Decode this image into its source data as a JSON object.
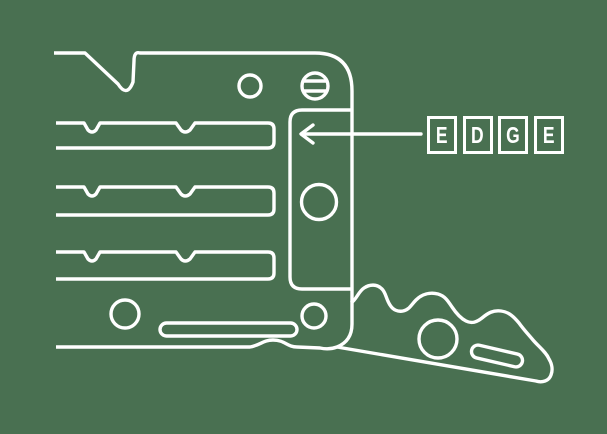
{
  "colors": {
    "background": "#497051",
    "line": "#ffffff"
  },
  "label": {
    "text": "EDGE",
    "letters": [
      "E",
      "D",
      "G",
      "E"
    ]
  },
  "annotation": {
    "arrow_icon": "arrow-left-icon",
    "arrow_points_to": "edge-frame"
  },
  "illustration": {
    "subject": "multi-tool line drawing",
    "parts": [
      "tool-body-outline",
      "strap-cutter-notch",
      "wrench-slot",
      "edge-frame-outline",
      "blade-outline",
      "screw-icon",
      "pivot-hole",
      "finger-hole"
    ]
  }
}
